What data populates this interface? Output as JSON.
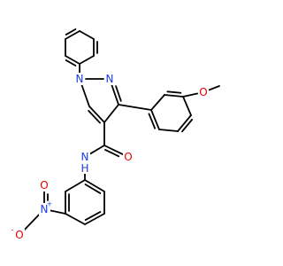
{
  "molecule": {
    "atoms": {
      "n1": {
        "symbol": "N",
        "color": "#1a3de6"
      },
      "n2": {
        "symbol": "N",
        "color": "#1a3de6"
      },
      "o_methoxy": {
        "symbol": "O",
        "color": "#e60000"
      },
      "o_carbonyl": {
        "symbol": "O",
        "color": "#e60000"
      },
      "nh": {
        "symbol": "N",
        "color": "#1a3de6"
      },
      "h_amide": {
        "symbol": "H",
        "color": "#1a3de6"
      },
      "n_nitro": {
        "symbol": "N",
        "color": "#1a3de6"
      },
      "n_nitro_charge": {
        "symbol": "+",
        "color": "#1a3de6"
      },
      "o_nitro_top": {
        "symbol": "O",
        "color": "#e60000"
      },
      "o_nitro_left": {
        "symbol": "O",
        "color": "#e60000"
      },
      "o_nitro_charge": {
        "symbol": "-",
        "color": "#e60000"
      }
    }
  }
}
